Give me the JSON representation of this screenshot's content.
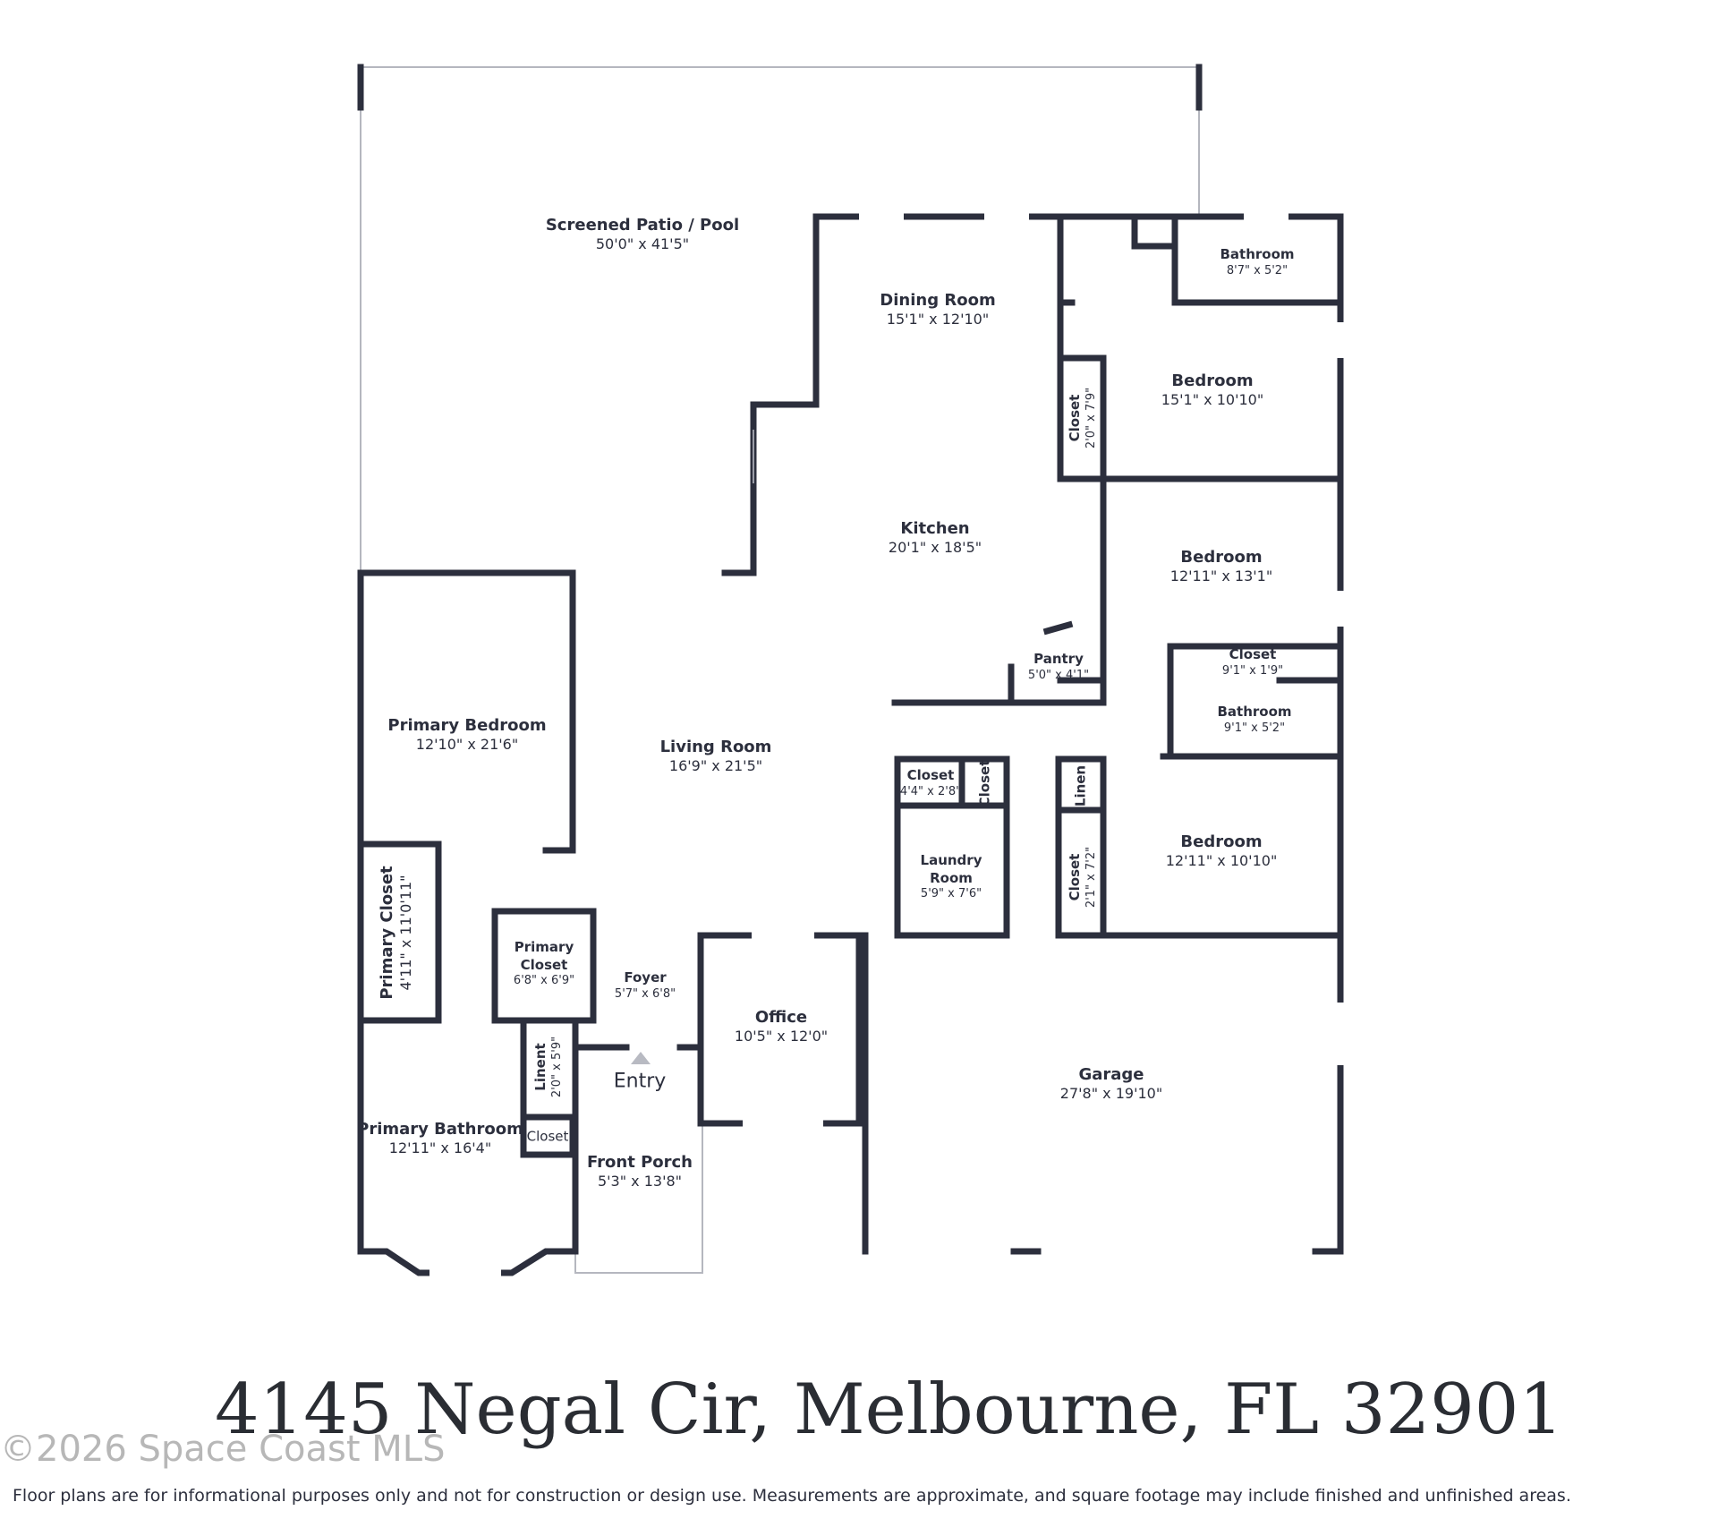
{
  "rooms": {
    "patio": {
      "name": "Screened Patio / Pool",
      "dims": "50'0\" x 41'5\""
    },
    "dining": {
      "name": "Dining Room",
      "dims": "15'1\" x 12'10\""
    },
    "bath1": {
      "name": "Bathroom",
      "dims": "8'7\" x 5'2\""
    },
    "bedroom1": {
      "name": "Bedroom",
      "dims": "15'1\" x 10'10\""
    },
    "closet1": {
      "name": "Closet",
      "dims": "2'0\" x 7'9\""
    },
    "kitchen": {
      "name": "Kitchen",
      "dims": "20'1\" x 18'5\""
    },
    "bedroom2": {
      "name": "Bedroom",
      "dims": "12'11\" x 13'1\""
    },
    "pantry": {
      "name": "Pantry",
      "dims": "5'0\" x 4'1\""
    },
    "closet2": {
      "name": "Closet",
      "dims": "9'1\" x 1'9\""
    },
    "bath2": {
      "name": "Bathroom",
      "dims": "9'1\" x 5'2\""
    },
    "primary_bedroom": {
      "name": "Primary Bedroom",
      "dims": "12'10\" x 21'6\""
    },
    "living": {
      "name": "Living Room",
      "dims": "16'9\" x 21'5\""
    },
    "closet3": {
      "name": "Closet",
      "dims": "4'4\" x 2'8\""
    },
    "closet3b": {
      "name": "Closet",
      "dims": ""
    },
    "linen1": {
      "name": "Linen",
      "dims": ""
    },
    "bedroom3": {
      "name": "Bedroom",
      "dims": "12'11\" x 10'10\""
    },
    "laundry": {
      "name": "Laundry Room",
      "dims": "5'9\" x 7'6\""
    },
    "closet4": {
      "name": "Closet",
      "dims": "2'1\" x 7'2\""
    },
    "primary_closet1": {
      "name": "Primary Closet",
      "dims": "4'11\" x 11'0'11\""
    },
    "primary_closet2": {
      "name": "Primary Closet",
      "dims": "6'8\" x 6'9\""
    },
    "foyer": {
      "name": "Foyer",
      "dims": "5'7\" x 6'8\""
    },
    "office": {
      "name": "Office",
      "dims": "10'5\" x 12'0\""
    },
    "garage": {
      "name": "Garage",
      "dims": "27'8\" x 19'10\""
    },
    "linen2": {
      "name": "Linent",
      "dims": "2'0\" x 5'9\""
    },
    "entry": {
      "name": "Entry",
      "dims": ""
    },
    "primary_bath": {
      "name": "Primary Bathroom",
      "dims": "12'11\" x 16'4\""
    },
    "closet5": {
      "name": "Closet",
      "dims": ""
    },
    "porch": {
      "name": "Front Porch",
      "dims": "5'3\" x 13'8\""
    }
  },
  "address": "4145 Negal Cir, Melbourne, FL 32901",
  "watermark": "©2026 Space Coast MLS",
  "disclaimer": "Floor plans are for informational purposes only and not for construction or design use. Measurements are approximate, and square footage may include finished and unfinished areas.",
  "colors": {
    "wall": "#2c2f3d",
    "window": "#ffffff",
    "thin": "#9a9ca6"
  }
}
